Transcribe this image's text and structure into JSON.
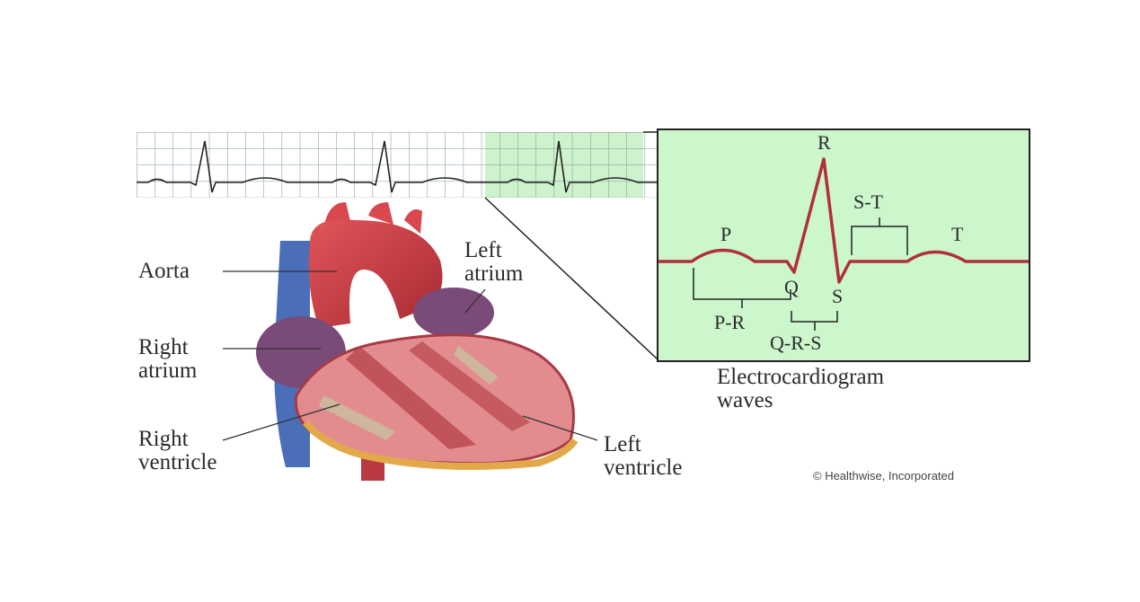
{
  "heart_labels": {
    "aorta": "Aorta",
    "left_atrium_1": "Left",
    "left_atrium_2": "atrium",
    "right_atrium_1": "Right",
    "right_atrium_2": "atrium",
    "right_ventricle_1": "Right",
    "right_ventricle_2": "ventricle",
    "left_ventricle_1": "Left",
    "left_ventricle_2": "ventricle"
  },
  "ecg_detail": {
    "p": "P",
    "q": "Q",
    "r": "R",
    "s": "S",
    "t": "T",
    "st": "S-T",
    "pr": "P-R",
    "qrs": "Q-R-S",
    "caption_1": "Electrocardiogram",
    "caption_2": "waves"
  },
  "copyright": "© Healthwise, Incorporated",
  "colors": {
    "grid_line": "#6a8a78",
    "highlight_bg": "#cdf2cd",
    "detail_bg": "#ccf7cc",
    "wave_line": "#b0303a",
    "strip_line": "#222222",
    "aorta_red": "#c23a40",
    "vena_blue": "#4a6fb8",
    "atrium_purple": "#7a4a78",
    "muscle_pink": "#e0878a",
    "fat_yellow": "#e3a84a"
  }
}
